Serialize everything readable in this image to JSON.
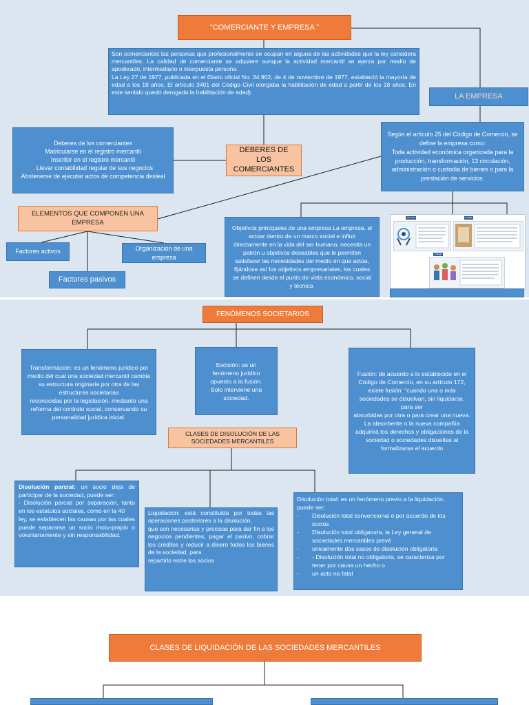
{
  "top": {
    "title": "“COMERCIANTE Y EMPRESA ”",
    "intro": "Son comerciantes las personas que profesionalmente  se ocupan en alguna de las actividades que la ley considera mercantiles. La calidad de comerciante se adquiere  aunque la actividad mercantil se ejerza por medio de apoderado,  intermediario o interpuesta persona.\nLa Ley 27 de 1977, publicada en el Diario oficial No. 34.902, de 4 de noviembre de 1977, estableció la mayoría de edad a los 18 años, El artículo 3401 del Código Civil otorgaba la habilitación de edad a partir de los 18 años. En este sentido quedó derogada la habilitación de edad)",
    "la_empresa": "LA EMPRESA",
    "deberes_list": "Deberes de los comerciantes\nMatricularse en el registro mercantil\nInscribir en el registro mercantil\n. Llevar contabilidad regular de sus negocios\nAbstenerse de ejecutar actos de competencia desleal",
    "deberes_title": "DEBERES DE LOS COMERCIANTES",
    "articulo25": "Según el artículo 25 del Código de Comercio, se define la empresa como:\nToda actividad económica organizada para la producción, transformación, 13 circulación, administración o custodia de bienes o para la prestación de servicios.",
    "elementos": "ELEMENTOS QUE COMPONEN UNA EMPRESA",
    "factores_activos": "Factores activos",
    "organizacion": "Organización de una empresa",
    "factores_pasivos": "Factores pasivos",
    "objetivos": "Objetivos principales de una empresa La empresa, al actuar dentro de un marco social e influir directamente en la vida del ser humano, necesita un patrón u objetivos deseables que le permiten satisfacer las necesidades del medio en que actúa, fijándose así los objetivos empresariales, los cuales se definen desde el punto de vista económico, social y técnico.",
    "photo_tags": [
      "Persona",
      "Capital",
      "Trabajo"
    ]
  },
  "middle": {
    "title": "FENÓMENOS SOCIETARIOS",
    "transformacion": "Transformación: es un fenómeno jurídico por medio del cual una sociedad mercantil cambia su estructura originaria por otra de las estructuras societarias\nreconocidas por la legislación, mediante una reforma del contrato social, conservando su personalidad jurídica inicial.",
    "escision": "Escisión: es un fenómeno jurídico opuesto a la fusión. Solo interviene una sociedad.",
    "fusion": "Fusión: de acuerdo a lo establecido en el Código de Comercio, en su artículo 172,\nexiste fusión: “cuando una o más sociedades se disuelvan, sin liquidarse, para ser\nabsorbidas por otra o para crear una nueva. La absorbente o la nueva compañía\nadquirirá los derechos y obligaciones de la sociedad o sociedades disueltas al\nformalizarse el acuerdo",
    "clases_disolucion": "CLASES DE DISOLUCIÓN DE LAS SOCIEDADES MERCANTILES",
    "parcial_head": "Disolución parcial:",
    "parcial_body": " un socio deja de participar de la sociedad, puede ser:\n- Disolución parcial por separación, tanto en los estatutos sociales, como en la 40\nley, se establecen las causas por las cuales puede separarse un socio motu-propio o voluntariamente y sin responsabilidad.",
    "liquidacion": "Liquidación: está constituida por todas las operaciones posteriores a la disolución,\nque son necesarias y precisas para dar fin a los negocios pendientes, pagar el pasivo, cobrar los créditos y reducir a dinero todos los bienes de la sociedad, para\nrepartirlo entre los socios",
    "total_intro": "Disolución total: es un fenómeno previo a la liquidación, puede ser:",
    "total_items": [
      "Disolución total convencional o por acuerdo de los socios",
      "Disolución total obligatoria, la Ley general de sociedades mercantiles prevé",
      "únicamente dos casos de disolución obligatoria",
      "- Disolución total no obligatoria, se caracteriza por tener por causa un hecho o",
      "un acto no fatal"
    ]
  },
  "bottom": {
    "title": "CLASES DE LIQUIDACIÓN DE LAS SOCIEDADES MERCANTILES"
  }
}
